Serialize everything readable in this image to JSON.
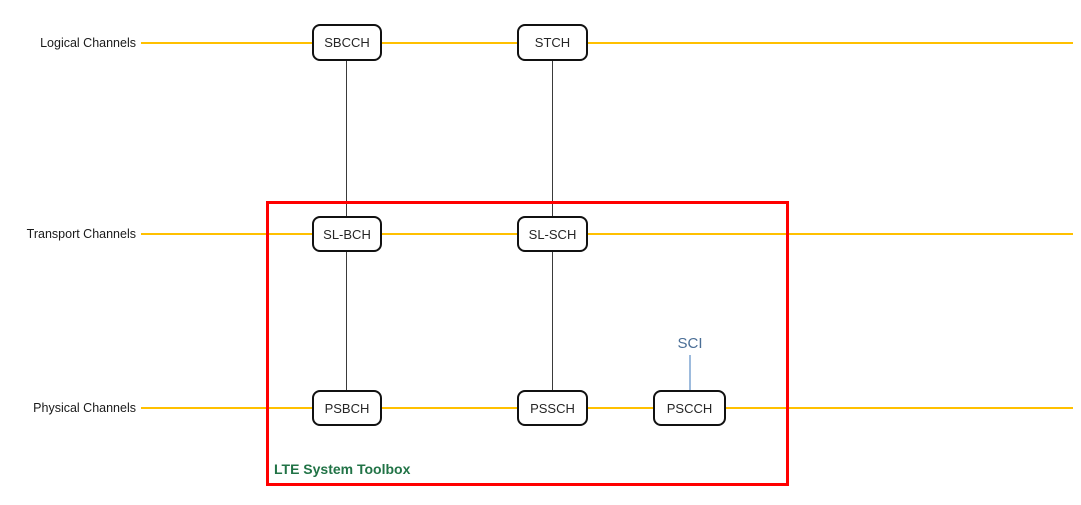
{
  "diagram": {
    "title_semantic": "LTE sidelink channel mapping",
    "rows": [
      {
        "label": "Logical Channels"
      },
      {
        "label": "Transport Channels"
      },
      {
        "label": "Physical Channels"
      }
    ],
    "nodes": [
      {
        "id": "sbcch",
        "label": "SBCCH",
        "row": "Logical Channels"
      },
      {
        "id": "stch",
        "label": "STCH",
        "row": "Logical Channels"
      },
      {
        "id": "sl-bch",
        "label": "SL-BCH",
        "row": "Transport Channels"
      },
      {
        "id": "sl-sch",
        "label": "SL-SCH",
        "row": "Transport Channels"
      },
      {
        "id": "psbch",
        "label": "PSBCH",
        "row": "Physical Channels"
      },
      {
        "id": "pssch",
        "label": "PSSCH",
        "row": "Physical Channels"
      },
      {
        "id": "pscch",
        "label": "PSCCH",
        "row": "Physical Channels"
      }
    ],
    "connections": [
      {
        "from": "SBCCH",
        "to": "SL-BCH"
      },
      {
        "from": "STCH",
        "to": "SL-SCH"
      },
      {
        "from": "SL-BCH",
        "to": "PSBCH"
      },
      {
        "from": "SL-SCH",
        "to": "PSSCH"
      },
      {
        "from": "SCI",
        "to": "PSCCH"
      }
    ],
    "sci_label": "SCI",
    "toolbox_label": "LTE System Toolbox",
    "colors": {
      "layer_line": "#FFC000",
      "boundary_box": "#FF0000",
      "node_border": "#111111",
      "connector": "#3A3A3A",
      "sci_text": "#4A6E96",
      "sci_line": "#9DBBDD",
      "toolbox_text": "#217346"
    }
  }
}
